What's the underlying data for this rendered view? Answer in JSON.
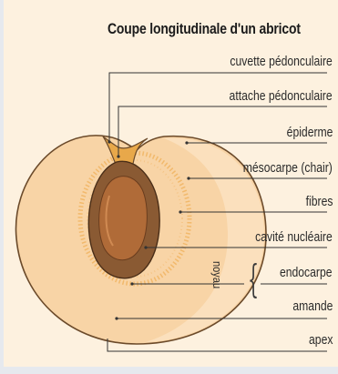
{
  "title": "Coupe longitudinale d'un abricot",
  "labels": {
    "cuvette": "cuvette pédonculaire",
    "attache": "attache pédonculaire",
    "epiderme": "épiderme",
    "mesocarpe": "mésocarpe (chair)",
    "fibres": "fibres",
    "cavite": "cavité nucléaire",
    "noyau": "noyau",
    "endocarpe": "endocarpe",
    "amande": "amande",
    "apex": "apex"
  },
  "colors": {
    "background": "#fdf1df",
    "flesh": "#f8d4a6",
    "skin_outline": "#6b4a2a",
    "stalk_cavity": "#e8a84a",
    "fibres": "#f6c27d",
    "pit_shell": "#8a5a33",
    "kernel": "#b06b38",
    "leader_lines": "#333333"
  }
}
